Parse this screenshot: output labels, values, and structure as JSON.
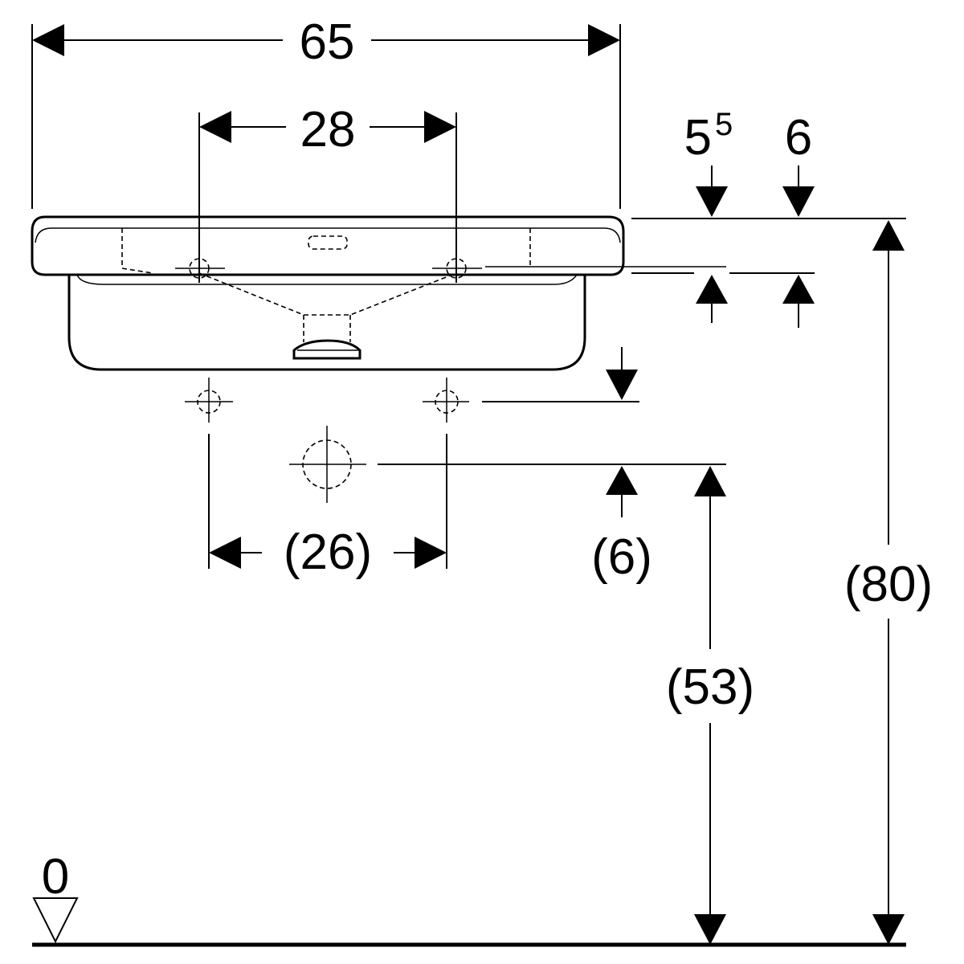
{
  "dimensions": {
    "overall_width": "65",
    "tap_hole_spacing": "28",
    "rim_thickness": "5",
    "rim_thickness_sup": "5",
    "rim_depth": "6",
    "supply_spacing": "(26)",
    "drain_offset": "(6)",
    "drain_height": "(53)",
    "total_height": "(80)",
    "floor_level": "0"
  },
  "colors": {
    "line": "#000000",
    "background": "#ffffff"
  }
}
